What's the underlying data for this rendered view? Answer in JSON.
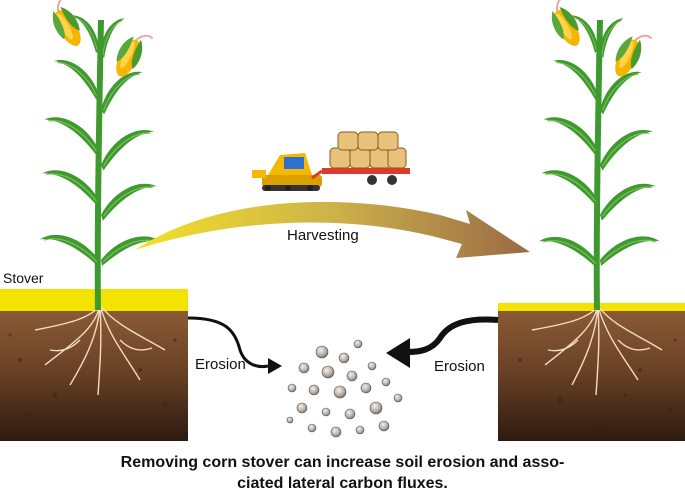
{
  "labels": {
    "stover": "Stover",
    "harvesting": "Harvesting",
    "erosion_left": "Erosion",
    "erosion_right": "Erosion"
  },
  "caption": {
    "line1": "Removing corn stover can increase soil erosion and asso-",
    "line2": "ciated lateral carbon fluxes."
  },
  "colors": {
    "stover_layer": "#f2e300",
    "soil_dark": "#4a2a18",
    "soil_mid": "#7a4b2a",
    "leaf_green": "#3e9a2e",
    "corn_yellow": "#f4b400",
    "harvest_arrow_start": "#f3dc2a",
    "harvest_arrow_end": "#9c6a45",
    "tractor": "#f5b800",
    "trailer": "#e03a2a",
    "bale": "#e8c27a"
  },
  "icons": [
    "corn-plant-icon",
    "tractor-icon",
    "hay-bale-icon",
    "soil-particle-icon",
    "erosion-arrow-icon"
  ]
}
